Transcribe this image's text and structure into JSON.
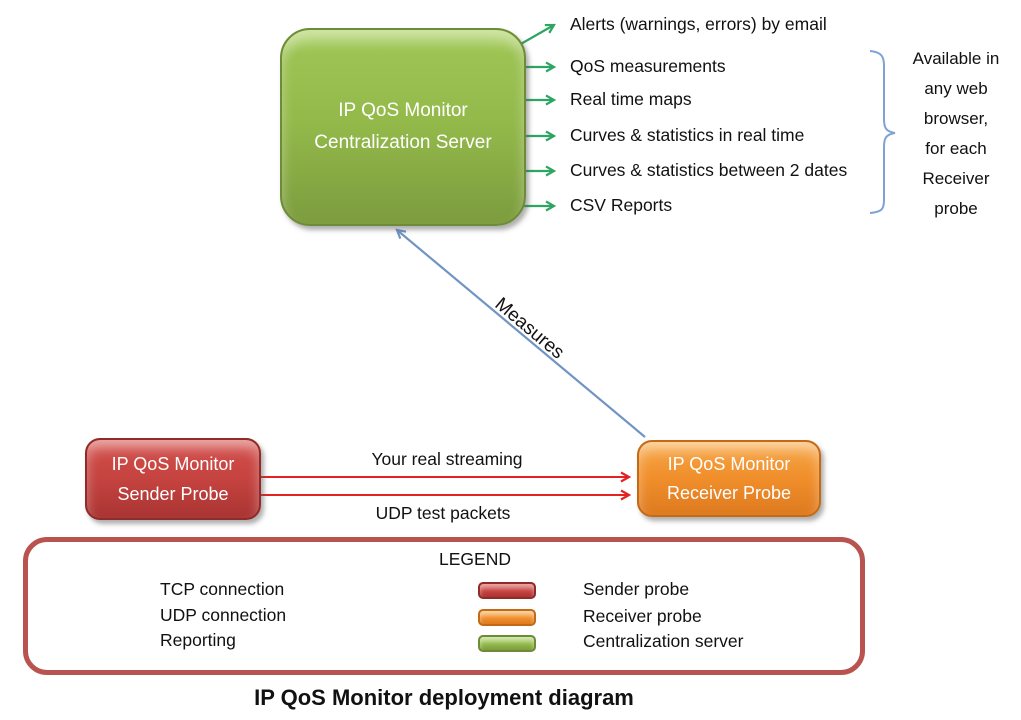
{
  "colors": {
    "reporting_arrow_green": "#2da563",
    "udp_arrow_red": "#e32222",
    "tcp_arrow_blue": "#7194c4",
    "brace_blue": "#7ea2d6",
    "legend_border_red": "#b9534f",
    "server_green": "#93b94a",
    "sender_red": "#c54340",
    "receiver_orange": "#f08e2b"
  },
  "server_box": {
    "line1": "IP QoS Monitor",
    "line2": "Centralization Server"
  },
  "sender_box": {
    "line1": "IP QoS Monitor",
    "line2": "Sender Probe"
  },
  "receiver_box": {
    "line1": "IP QoS Monitor",
    "line2": "Receiver Probe"
  },
  "outputs": {
    "items": [
      {
        "label": "Alerts (warnings, errors) by email"
      },
      {
        "label": "QoS measurements"
      },
      {
        "label": "Real time maps"
      },
      {
        "label": "Curves & statistics in real time"
      },
      {
        "label": "Curves & statistics between 2 dates"
      },
      {
        "label": "CSV Reports"
      }
    ]
  },
  "brace_note": {
    "lines": [
      "Available in",
      "any web",
      "browser,",
      "for each",
      "Receiver",
      "probe"
    ]
  },
  "connections": {
    "measures_label": "Measures",
    "streaming_label": "Your real streaming",
    "udp_test_label": "UDP test packets"
  },
  "legend": {
    "title": "LEGEND",
    "arrow_items": [
      {
        "label": "TCP connection"
      },
      {
        "label": "UDP connection"
      },
      {
        "label": "Reporting"
      }
    ],
    "box_items": [
      {
        "label": "Sender probe"
      },
      {
        "label": "Receiver probe"
      },
      {
        "label": "Centralization server"
      }
    ]
  },
  "footer": {
    "title": "IP QoS Monitor deployment diagram"
  }
}
